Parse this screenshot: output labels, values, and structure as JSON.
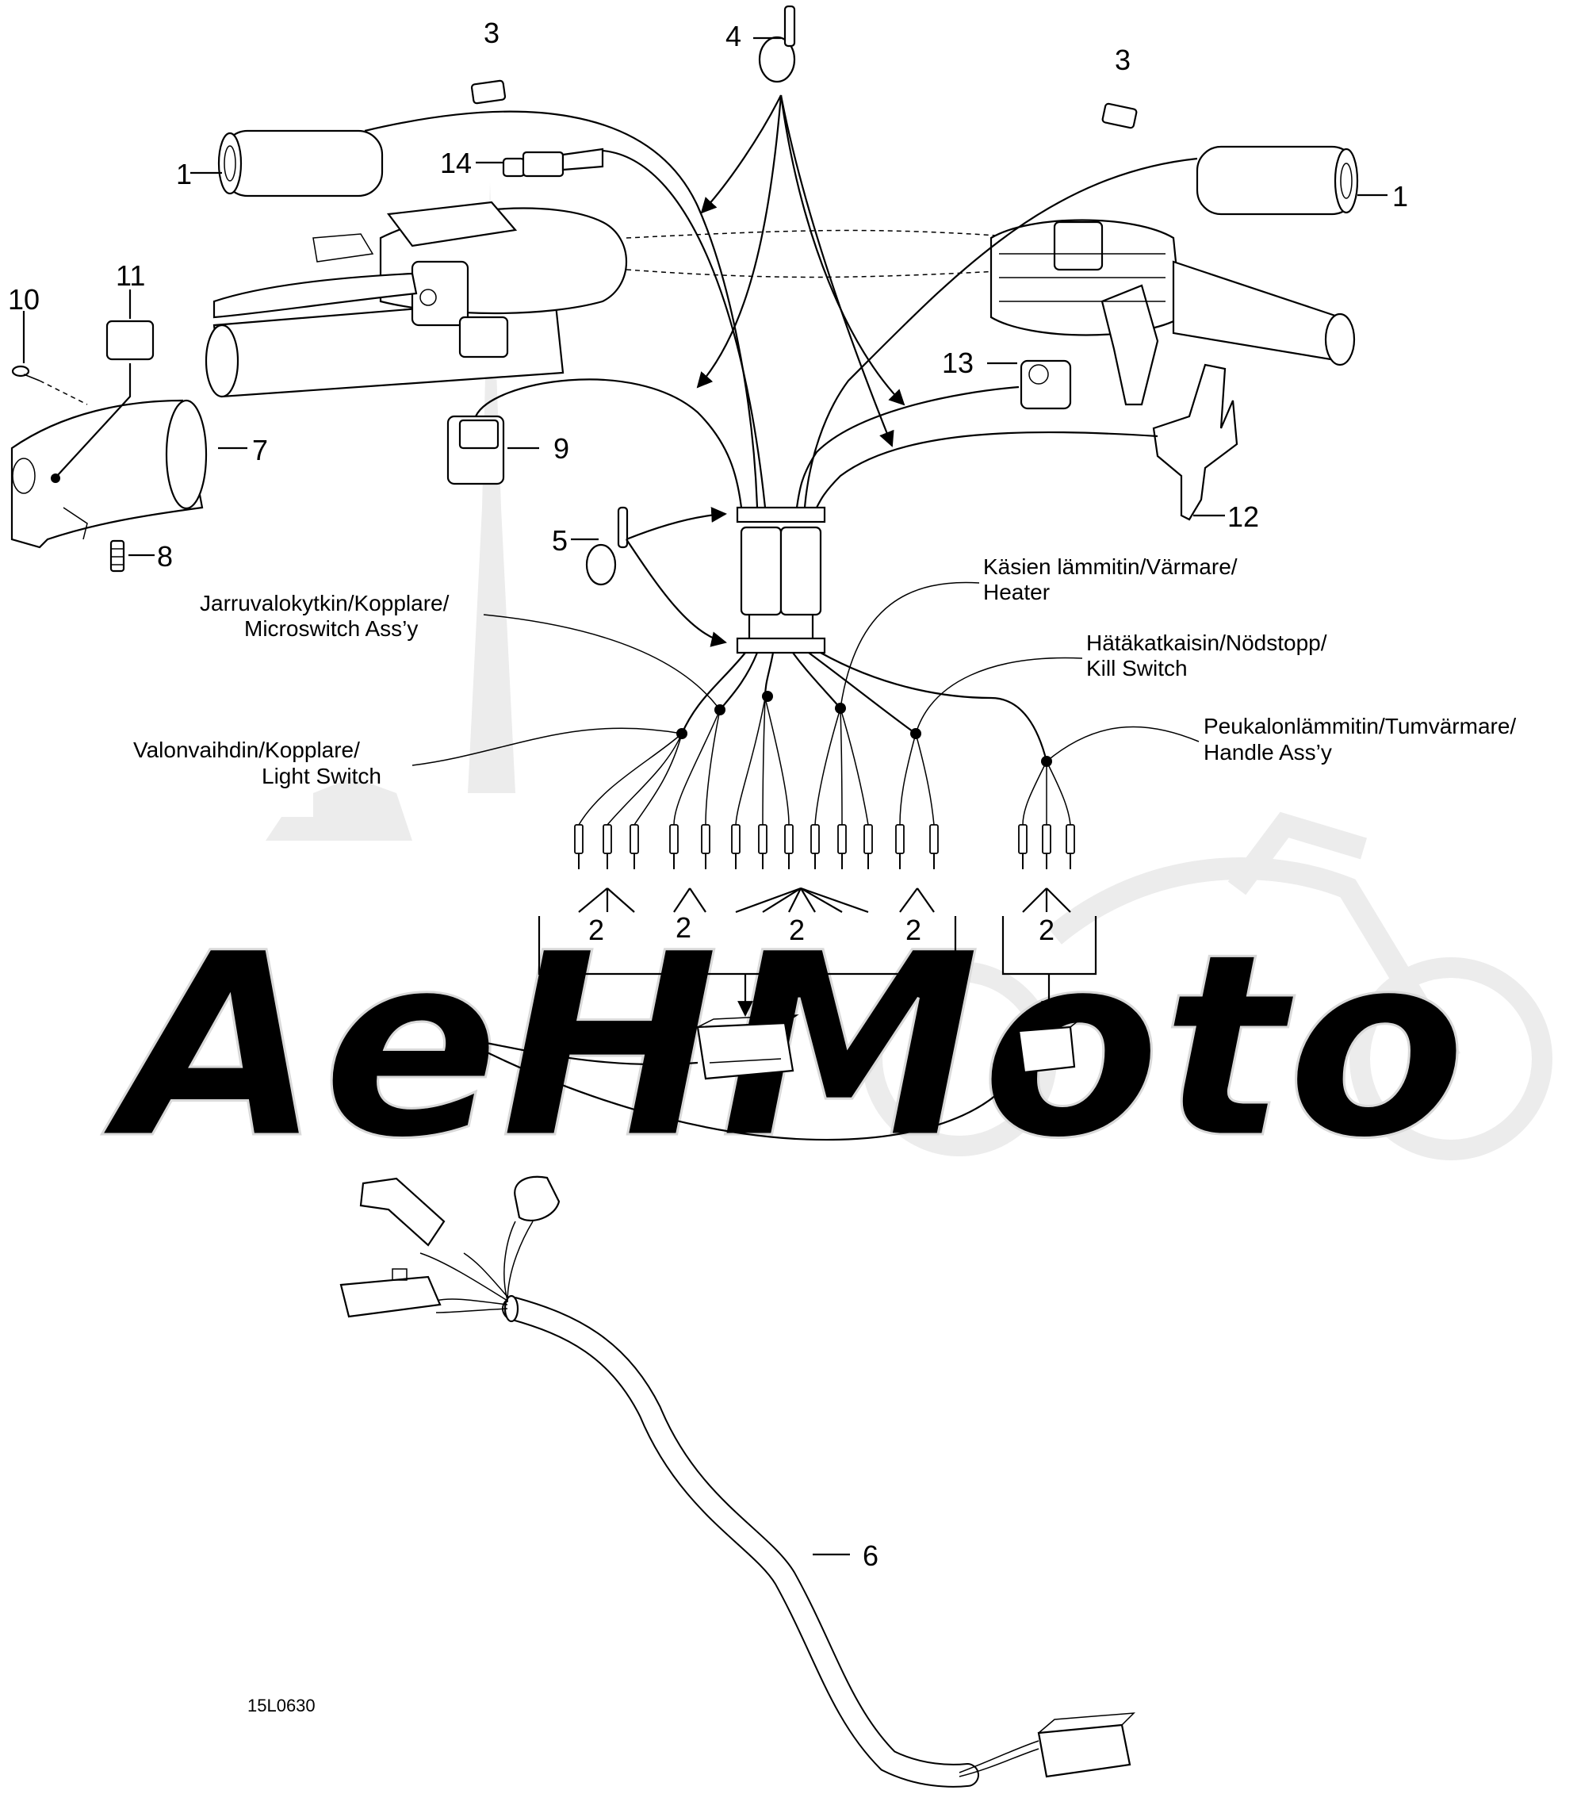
{
  "callouts": {
    "n1_left": "1",
    "n1_right": "1",
    "n2_a": "2",
    "n2_b": "2",
    "n2_c": "2",
    "n2_d": "2",
    "n2_e": "2",
    "n3_left": "3",
    "n3_right": "3",
    "n4": "4",
    "n5": "5",
    "n6": "6",
    "n7": "7",
    "n8": "8",
    "n9": "9",
    "n10": "10",
    "n11": "11",
    "n12": "12",
    "n13": "13",
    "n14": "14"
  },
  "captions": {
    "heater": [
      "Käsien lämmitin/Värmare/",
      "Heater"
    ],
    "brake_switch": [
      "Jarruvalokytkin/Kopplare/",
      "Microswitch Ass’y"
    ],
    "kill_switch": [
      "Hätäkatkaisin/Nödstopp/",
      "Kill Switch"
    ],
    "light_switch": [
      "Valonvaihdin/Kopplare/",
      "Light Switch"
    ],
    "thumb_heater": [
      "Peukalonlämmitin/Tumvärmare/",
      "Handle Ass’y"
    ]
  },
  "drawing_code": "15L0630",
  "watermark": "AeHMoto",
  "colors": {
    "line": "#000000",
    "watermark": "#e8e8e8",
    "background": "#ffffff"
  }
}
